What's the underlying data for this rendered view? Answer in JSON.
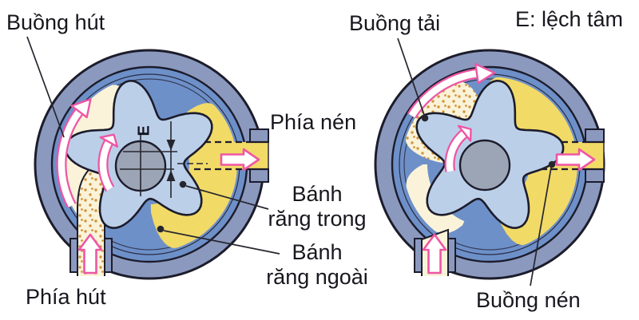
{
  "diagram": {
    "title": "Gerotor pump diagram",
    "labels": {
      "suction_chamber": "Buồng hút",
      "discharge_chamber": "Buồng tải",
      "eccentricity_note": "E: lệch tâm",
      "discharge_side": "Phía nén",
      "inner_gear_line1": "Bánh",
      "inner_gear_line2": "răng trong",
      "outer_gear_line1": "Bánh",
      "outer_gear_line2": "răng ngoài",
      "suction_side": "Phía hút",
      "compression_chamber": "Buồng nén",
      "eccentricity_symbol": "E"
    },
    "colors": {
      "casing": "#8b99bf",
      "interior_blue": "#6e90c9",
      "inner_gear": "#bccfe9",
      "shaft_gray": "#9ca5b6",
      "fluid_yellow": "#f2da67",
      "fluid_cream": "#faf3d9",
      "speckle_dot": "#d2953c",
      "arrow_pink": "#ee56a4",
      "outline": "#1c1c2b",
      "leader": "#26262f",
      "text": "#17171e"
    }
  }
}
